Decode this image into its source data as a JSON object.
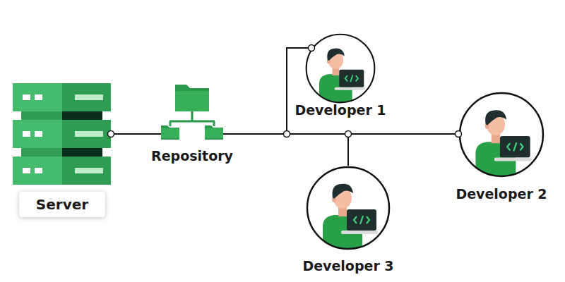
{
  "diagram": {
    "nodes": [
      {
        "text": [
          "Server"
        ]
      },
      {
        "text": [
          "Repository"
        ]
      },
      {
        "text": [
          "Developer 1"
        ]
      },
      {
        "text": [
          "Developer 2"
        ]
      },
      {
        "text": [
          "Developer 3"
        ]
      }
    ],
    "edges": [
      {
        "from": 0,
        "to": 1,
        "arrow": "none"
      },
      {
        "from": 1,
        "to": 2,
        "arrow": "none"
      },
      {
        "from": 1,
        "to": 3,
        "arrow": "none"
      },
      {
        "from": 1,
        "to": 4,
        "arrow": "none"
      }
    ]
  }
}
